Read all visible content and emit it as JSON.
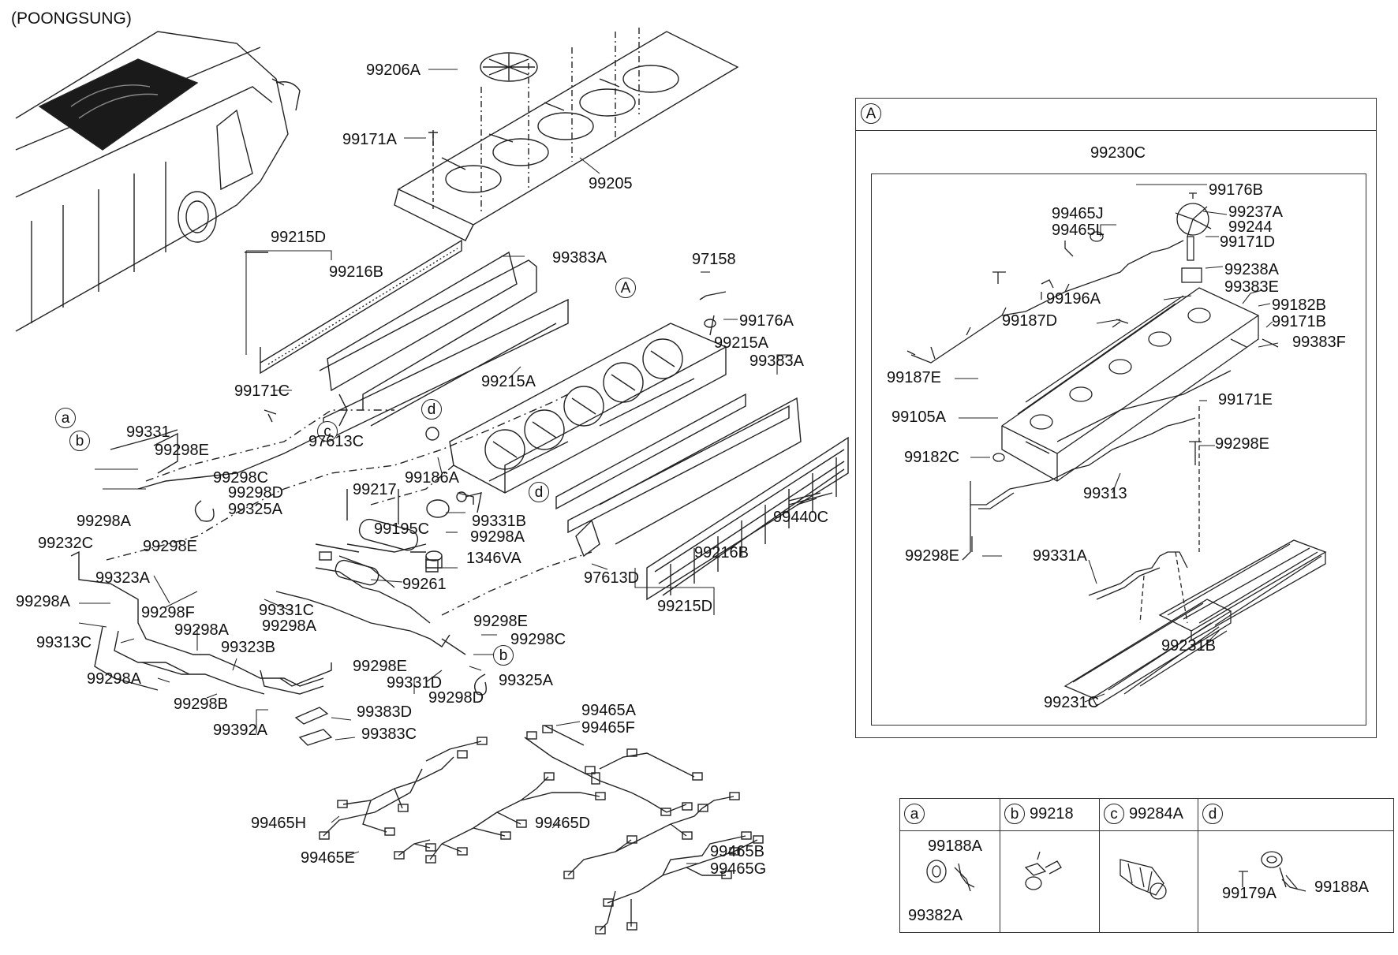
{
  "header": {
    "variant": "(POONGSUNG)"
  },
  "callouts": {
    "a": "a",
    "b": "b",
    "c": "c",
    "d": "d",
    "A": "A"
  },
  "main_labels": {
    "p99206A": "99206A",
    "p99171A": "99171A",
    "p99205": "99205",
    "p99215D_top": "99215D",
    "p99216B_top": "99216B",
    "p99383A_top": "99383A",
    "p97158": "97158",
    "p99176A": "99176A",
    "p99215A_mid": "99215A",
    "p99383A_mid": "99383A",
    "p99171C": "99171C",
    "p99215A_left": "99215A",
    "p97613C": "97613C",
    "p99331": "99331",
    "p99298E_1": "99298E",
    "p99298C_1": "99298C",
    "p99298D_1": "99298D",
    "p99325A_1": "99325A",
    "p99186A": "99186A",
    "p99217": "99217",
    "p99195C": "99195C",
    "p99331B": "99331B",
    "p99298A_1": "99298A",
    "p1346VA": "1346VA",
    "p99261": "99261",
    "p99440C": "99440C",
    "p97613D": "97613D",
    "p99216B_low": "99216B",
    "p99215D_low": "99215D",
    "p99298A_2": "99298A",
    "p99232C": "99232C",
    "p99298E_2": "99298E",
    "p99323A": "99323A",
    "p99298A_3": "99298A",
    "p99298F": "99298F",
    "p99331C": "99331C",
    "p99298A_4": "99298A",
    "p99298A_5": "99298A",
    "p99313C": "99313C",
    "p99323B": "99323B",
    "p99298E_3": "99298E",
    "p99298C_2": "99298C",
    "p99298E_4": "99298E",
    "p99331D": "99331D",
    "p99298D_2": "99298D",
    "p99325A_2": "99325A",
    "p99298A_6": "99298A",
    "p99298B": "99298B",
    "p99392A": "99392A",
    "p99383D": "99383D",
    "p99383C": "99383C",
    "p99465A": "99465A",
    "p99465F": "99465F",
    "p99465H": "99465H",
    "p99465D": "99465D",
    "p99465E": "99465E",
    "p99465B": "99465B",
    "p99465G": "99465G"
  },
  "detail_A": {
    "p99230C": "99230C",
    "p99176B": "99176B",
    "p99237A": "99237A",
    "p99244": "99244",
    "p99171D": "99171D",
    "p99465J": "99465J",
    "p99465L": "99465L",
    "p99238A": "99238A",
    "p99383E": "99383E",
    "p99196A": "99196A",
    "p99182B": "99182B",
    "p99187D": "99187D",
    "p99171B": "99171B",
    "p99383F": "99383F",
    "p99187E": "99187E",
    "p99171E": "99171E",
    "p99105A": "99105A",
    "p99298E_a": "99298E",
    "p99182C": "99182C",
    "p99313": "99313",
    "p99298E_b": "99298E",
    "p99331A": "99331A",
    "p99231B": "99231B",
    "p99231C": "99231C"
  },
  "legend": {
    "a_part1": "99188A",
    "a_part2": "99382A",
    "b_part": "99218",
    "c_part": "99284A",
    "d_part1": "99179A",
    "d_part2": "99188A"
  }
}
